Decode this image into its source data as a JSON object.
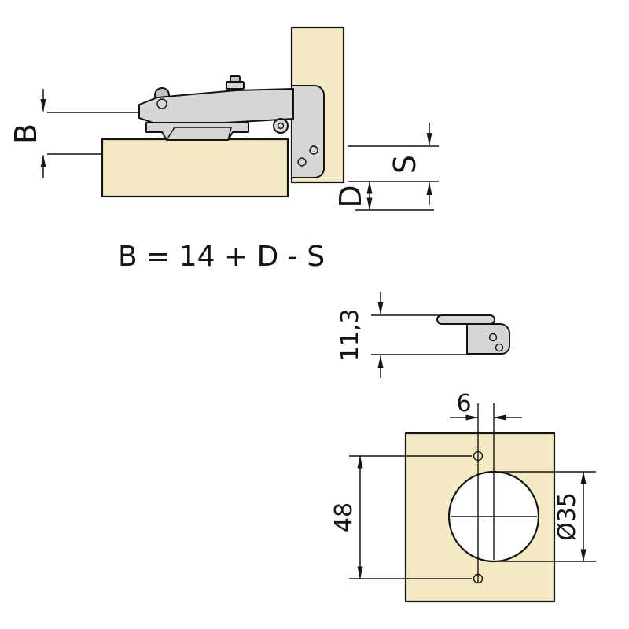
{
  "drawing": {
    "formula": "B = 14 + D - S",
    "dims": {
      "b": "B",
      "s": "S",
      "d": "D",
      "plate_height": "11,3",
      "hole_offset": "6",
      "hole_spacing": "48",
      "cup_diameter": "Ø35"
    },
    "colors": {
      "panel": "#f5e9c3",
      "metal": "#d6d6d6",
      "metal_shade": "#c2c2c2",
      "hole": "#ffffff",
      "line": "#141414"
    }
  }
}
